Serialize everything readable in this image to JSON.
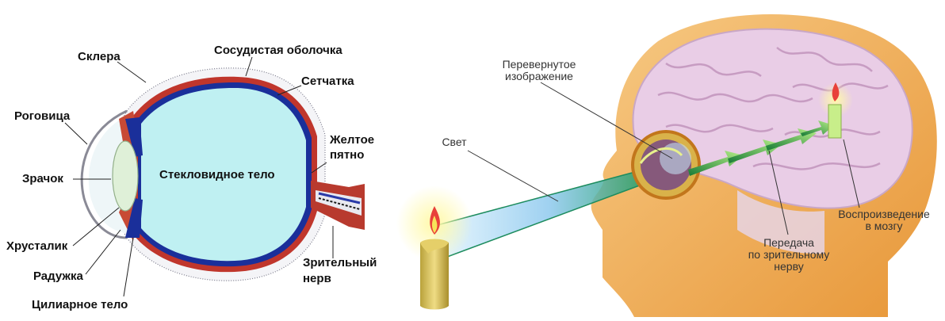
{
  "eye_diagram": {
    "labels": {
      "sclera": "Склера",
      "choroid": "Сосудистая оболочка",
      "retina": "Сетчатка",
      "cornea": "Роговица",
      "macula_line1": "Желтое",
      "macula_line2": "пятно",
      "pupil": "Зрачок",
      "vitreous": "Стекловидное тело",
      "lens": "Хрусталик",
      "iris": "Радужка",
      "optic_nerve_line1": "Зрительный",
      "optic_nerve_line2": "нерв",
      "ciliary": "Цилиарное тело"
    },
    "colors": {
      "vitreous": "#bff0f2",
      "choroid": "#c0362c",
      "retina": "#1a2f9a",
      "sclera": "#f2f2f6",
      "lens": "#dff0d8"
    }
  },
  "vision_illustration": {
    "labels": {
      "inverted_line1": "Перевернутое",
      "inverted_line2": "изображение",
      "light": "Свет",
      "brain_line1": "Воспроизведение",
      "brain_line2": "в мозгу",
      "transmission_line1": "Передача",
      "transmission_line2": "по зрительному",
      "transmission_line3": "нерву"
    },
    "colors": {
      "head": "#f0a23c",
      "brain": "#e9cde6",
      "beam": "#2ea98a",
      "candle": "#d9c25a",
      "flame": "#f7e35a"
    }
  }
}
